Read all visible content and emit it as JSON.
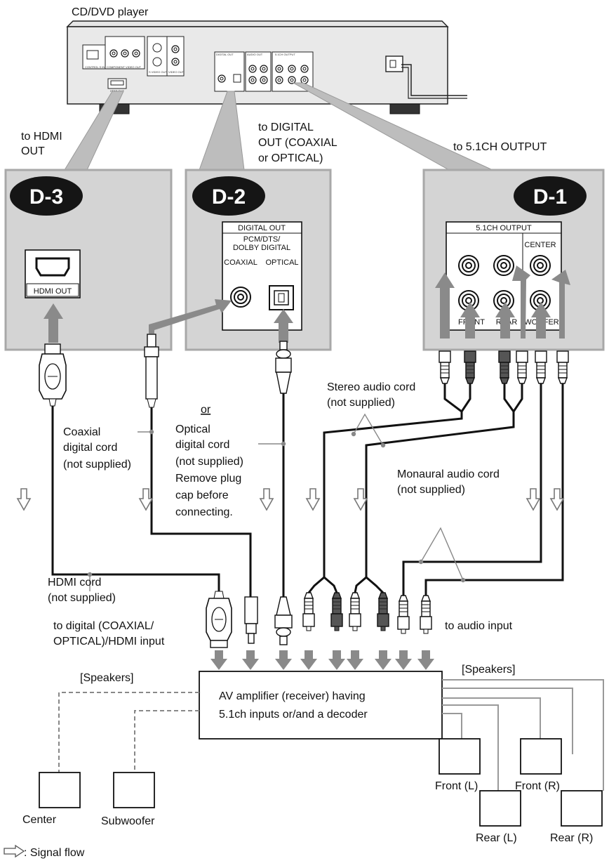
{
  "player": {
    "title": "CD/DVD player",
    "rear_labels": {
      "control": "CONTROL S IN",
      "component": "COMPONENT VIDEO OUT",
      "hdmi": "HDMI OUT",
      "svideo": "S VIDEO OUT",
      "video": "VIDEO OUT",
      "digital": "DIGITAL OUT",
      "audio": "AUDIO OUT",
      "ch51": "5.1CH OUTPUT"
    }
  },
  "callouts": {
    "hdmi_line1": "to HDMI",
    "hdmi_line2": "OUT",
    "digital_line1": "to DIGITAL",
    "digital_line2": "OUT (COAXIAL",
    "digital_line3": "or OPTICAL)",
    "ch51": "to 5.1CH OUTPUT"
  },
  "panels": {
    "d3": {
      "badge": "D-3",
      "port_label": "HDMI OUT"
    },
    "d2": {
      "badge": "D-2",
      "header": "DIGITAL OUT",
      "sub1": "PCM/DTS/",
      "sub2": "DOLBY DIGITAL",
      "coaxial": "COAXIAL",
      "optical": "OPTICAL"
    },
    "d1": {
      "badge": "D-1",
      "header": "5.1CH OUTPUT",
      "center": "CENTER",
      "front": "FRONT",
      "rear": "REAR",
      "woofer": "WOOFER"
    }
  },
  "cords": {
    "stereo_1": "Stereo audio cord",
    "stereo_2": "(not supplied)",
    "or": "or",
    "coax_1": "Coaxial",
    "coax_2": "digital cord",
    "coax_3": "(not supplied)",
    "opt_1": "Optical",
    "opt_2": "digital cord",
    "opt_3": "(not supplied)",
    "opt_4": "Remove plug",
    "opt_5": "cap before",
    "opt_6": "connecting.",
    "mono_1": "Monaural audio cord",
    "mono_2": "(not supplied)",
    "hdmi_1": "HDMI cord",
    "hdmi_2": "(not supplied)"
  },
  "inputs": {
    "digital_1": "to digital (COAXIAL/",
    "digital_2": "OPTICAL)/HDMI input",
    "audio": "to audio input"
  },
  "amplifier": {
    "line1": "AV amplifier (receiver) having",
    "line2": "5.1ch inputs or/and a decoder"
  },
  "speakers": {
    "heading_left": "[Speakers]",
    "heading_right": "[Speakers]",
    "center": "Center",
    "subwoofer": "Subwoofer",
    "front_l": "Front (L)",
    "front_r": "Front (R)",
    "rear_l": "Rear (L)",
    "rear_r": "Rear (R)"
  },
  "legend": {
    "signal_flow": ": Signal flow"
  },
  "colors": {
    "panel_fill": "#d4d4d4",
    "panel_border": "#a8a8a8",
    "arrow": "#8a8a8a",
    "badge_fill": "#151515",
    "plug_dark": "#555555"
  }
}
